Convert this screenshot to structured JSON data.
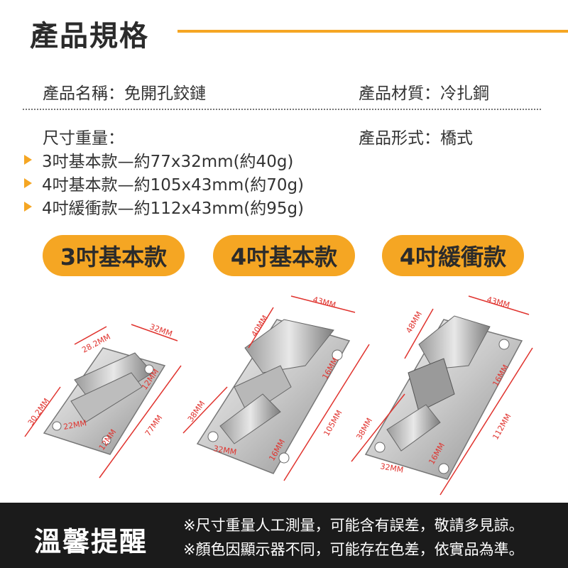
{
  "header": {
    "title": "產品規格"
  },
  "specs": {
    "name": "產品名稱：免開孔鉸鏈",
    "material": "產品材質：冷扎鋼",
    "size_label": "尺寸重量：",
    "form": "產品形式：橋式",
    "sizes": [
      "3吋基本款—約77x32mm(約40g)",
      "4吋基本款—約105x43mm(約70g)",
      "4吋緩衝款—約112x43mm(約95g)"
    ]
  },
  "buttons": [
    "3吋基本款",
    "4吋基本款",
    "4吋緩衝款"
  ],
  "dimensions": {
    "hinge1": [
      "28.2MM",
      "32MM",
      "30.2MM",
      "22MM",
      "12MM",
      "12MM",
      "77MM"
    ],
    "hinge2": [
      "40MM",
      "43MM",
      "38MM",
      "32MM",
      "16MM",
      "16MM",
      "105MM"
    ],
    "hinge3": [
      "48MM",
      "43MM",
      "38MM",
      "32MM",
      "16MM",
      "16MM",
      "112MM"
    ]
  },
  "footer": {
    "title": "溫馨提醒",
    "notes": [
      "※尺寸重量人工測量，可能含有誤差，敬請多見諒。",
      "※顏色因顯示器不同，可能存在色差，依實品為準。"
    ]
  },
  "colors": {
    "accent": "#f5a623",
    "dimension": "#e0332e",
    "footer_bg": "#1b1b1b"
  }
}
